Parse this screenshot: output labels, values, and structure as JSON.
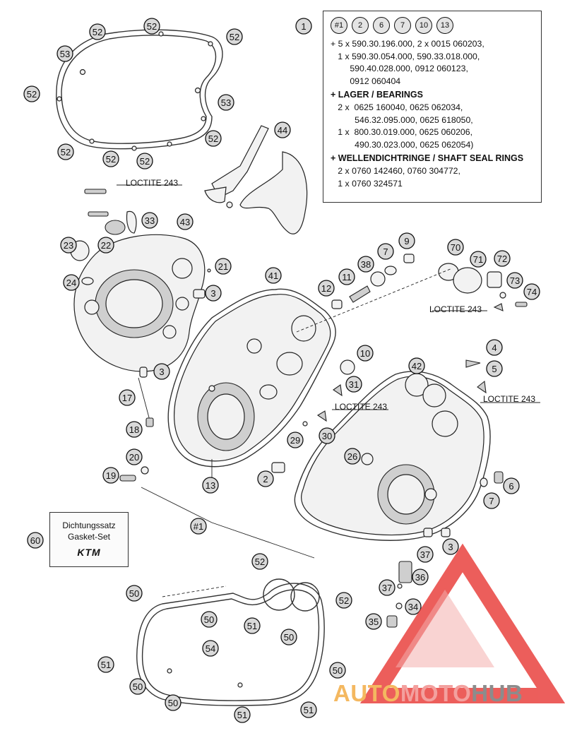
{
  "info_box": {
    "header_circled": [
      "#1",
      "2",
      "6",
      "7",
      "10",
      "13"
    ],
    "lines": [
      "+ 5 x 590.30.196.000, 2 x 0015 060203,",
      "   1 x 590.30.054.000, 590.33.018.000,",
      "        590.40.028.000, 0912 060123,",
      "        0912 060404"
    ],
    "bearings_header": "+ LAGER / BEARINGS",
    "bearings_lines": [
      "   2 x  0625 160040, 0625 062034,",
      "          546.32.095.000, 0625 618050,",
      "   1 x  800.30.019.000, 0625 060206,",
      "          490.30.023.000, 0625 062054)"
    ],
    "seals_header": "+ WELLENDICHTRINGE / SHAFT SEAL RINGS",
    "seals_lines": [
      "   2 x 0760 142460, 0760 304772,",
      "   1 x 0760 324571"
    ]
  },
  "kit": {
    "line1": "Dichtungssatz",
    "line2": "Gasket-Set",
    "logo": "KTM"
  },
  "notes": {
    "loctite_1": "LOCTITE 243",
    "loctite_2": "LOCTITE 243",
    "loctite_3": "LOCTITE 243",
    "loctite_4": "LOCTITE 243"
  },
  "callouts": [
    {
      "label": "1"
    },
    {
      "label": "52"
    },
    {
      "label": "52"
    },
    {
      "label": "52"
    },
    {
      "label": "53"
    },
    {
      "label": "52"
    },
    {
      "label": "53"
    },
    {
      "label": "52"
    },
    {
      "label": "52"
    },
    {
      "label": "52"
    },
    {
      "label": "52"
    },
    {
      "label": "44"
    },
    {
      "label": "22"
    },
    {
      "label": "33"
    },
    {
      "label": "43"
    },
    {
      "label": "23"
    },
    {
      "label": "24"
    },
    {
      "label": "21"
    },
    {
      "label": "3"
    },
    {
      "label": "41"
    },
    {
      "label": "3"
    },
    {
      "label": "17"
    },
    {
      "label": "18"
    },
    {
      "label": "20"
    },
    {
      "label": "19"
    },
    {
      "label": "13"
    },
    {
      "label": "#1"
    },
    {
      "label": "9"
    },
    {
      "label": "70"
    },
    {
      "label": "71"
    },
    {
      "label": "72"
    },
    {
      "label": "7"
    },
    {
      "label": "38"
    },
    {
      "label": "11"
    },
    {
      "label": "73"
    },
    {
      "label": "74"
    },
    {
      "label": "12"
    },
    {
      "label": "4"
    },
    {
      "label": "10"
    },
    {
      "label": "5"
    },
    {
      "label": "42"
    },
    {
      "label": "31"
    },
    {
      "label": "29"
    },
    {
      "label": "30"
    },
    {
      "label": "26"
    },
    {
      "label": "2"
    },
    {
      "label": "6"
    },
    {
      "label": "7"
    },
    {
      "label": "3"
    },
    {
      "label": "37"
    },
    {
      "label": "36"
    },
    {
      "label": "37"
    },
    {
      "label": "34"
    },
    {
      "label": "35"
    },
    {
      "label": "60"
    },
    {
      "label": "52"
    },
    {
      "label": "52"
    },
    {
      "label": "50"
    },
    {
      "label": "50"
    },
    {
      "label": "51"
    },
    {
      "label": "50"
    },
    {
      "label": "54"
    },
    {
      "label": "51"
    },
    {
      "label": "50"
    },
    {
      "label": "50"
    },
    {
      "label": "50"
    },
    {
      "label": "51"
    },
    {
      "label": "51"
    }
  ],
  "watermark": {
    "part_a": "AUTO",
    "part_b": "MOTO",
    "part_c": "HUB"
  },
  "colors": {
    "watermark_orange": "#f4b860",
    "watermark_pink": "#f3a09e",
    "watermark_red": "#e9423f",
    "watermark_gray": "#8c8c8c"
  }
}
